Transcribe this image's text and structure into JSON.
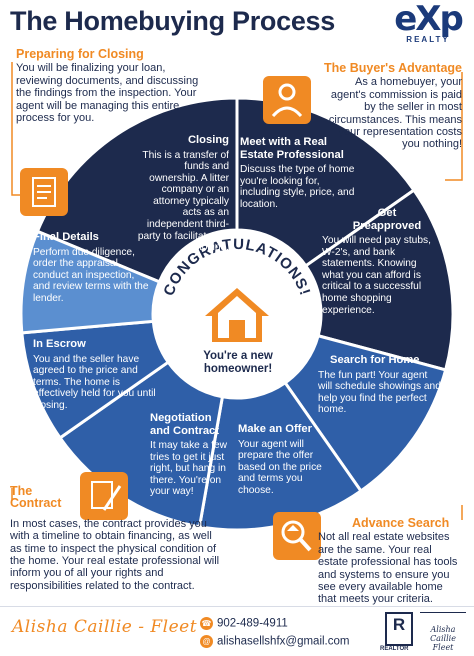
{
  "title": "The Homebuying Process",
  "logo": {
    "mark": "eXp",
    "sub": "REALTY"
  },
  "colors": {
    "navy": "#1d2a4d",
    "mid_blue": "#2f5fa8",
    "light_blue": "#5b8fd0",
    "orange": "#f08a24"
  },
  "corners": {
    "preparing": {
      "title": "Preparing for Closing",
      "body": "You will be finalizing your loan, reviewing documents, and discussing the findings from the inspection. Your agent will be managing this entire process for you."
    },
    "buyers_advantage": {
      "title": "The Buyer's Advantage",
      "body": "As a homebuyer, your agent's commission is paid by the seller in most circumstances. This means your representation costs you nothing!"
    },
    "contract": {
      "title": "The Contract",
      "body": "In most cases, the contract provides you with a timeline to obtain financing, as well as time to inspect the physical condition of the home. Your real estate professional will inform you of all your rights and responsibilities related to the contract."
    },
    "advance_search": {
      "title": "Advance Search",
      "body": "Not all real estate websites are the same. Your real estate professional has tools and systems to ensure you see every available home that meets your criteria."
    }
  },
  "segments": {
    "closing": {
      "title": "Closing",
      "body": "This is a transfer of funds and ownership. A litter company or an attorney typically acts as an independent third-party to facilitate the closing."
    },
    "meet": {
      "title": "Meet with a Real Estate Professional",
      "body": "Discuss the type of home you're looking for, including style, price, and location."
    },
    "preapproved": {
      "title": "Get Preapproved",
      "body": "You will need pay stubs, W-2's, and bank statements. Knowing what you can afford is critical to a successful home shopping experience."
    },
    "search": {
      "title": "Search for Home",
      "body": "The fun part! Your agent will schedule showings and help you find the perfect home."
    },
    "offer": {
      "title": "Make an Offer",
      "body": "Your agent will prepare the offer based on the price and terms you choose."
    },
    "negotiation": {
      "title": "Negotiation and Contract",
      "body": "It may take a few tries to get it just right, but hang in there. You're on your way!"
    },
    "escrow": {
      "title": "In Escrow",
      "body": "You and the seller have agreed to the price and terms. The home is effectively held for you until closing."
    },
    "final": {
      "title": "Final Details",
      "body": "Perform due diligence, order the appraisal, conduct an inspection, and review terms with the lender."
    }
  },
  "center": {
    "banner": "CONGRATULATIONS!",
    "sub": "You're a new homeowner!"
  },
  "footer": {
    "signature": "Alisha Caillie - Fleet",
    "phone": "902-489-4911",
    "email": "alishasellshfx@gmail.com",
    "realtor_mark": "R",
    "realtor_label": "REALTOR",
    "brand_text": "Alisha Caillie Fleet"
  }
}
